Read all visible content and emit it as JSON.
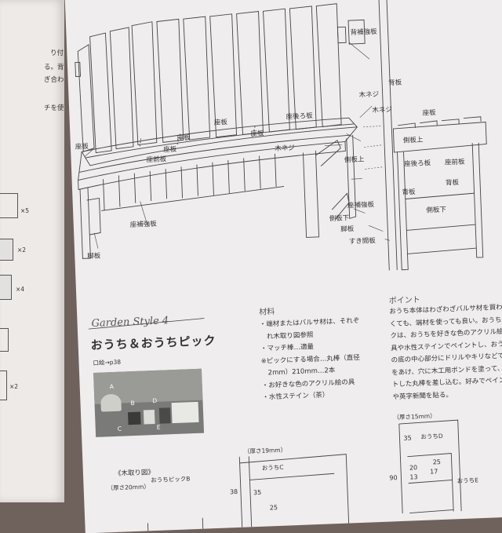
{
  "left_page": {
    "text_lines": [
      "り付",
      "る。背",
      "ぎ合わ",
      "チを使"
    ],
    "quantities": [
      "×5",
      "×2",
      "×4",
      "×2"
    ]
  },
  "bench_labels": {
    "back_reinforce": "背補強板",
    "back_board": "背板",
    "back_board_right": "背板",
    "seat_top": "座板",
    "seat_rear": "座後ろ板",
    "seat_rear_right": "座後ろ板",
    "seat_front_right": "座前板",
    "screw_top": "木ネジ",
    "screw_mid": "木ネジ",
    "screw_right": "木ネジ",
    "seat_a": "座板",
    "seat_b": "座板",
    "seat_c": "座板",
    "seat_left_top": "座板",
    "seat_front": "座前板",
    "seat_reinforce": "座補強板",
    "leg_left": "脚板",
    "side_top": "側板上",
    "side_top_right": "側板上",
    "seat_reinforce_right": "座補強板",
    "side_bottom": "側板下",
    "side_bottom_right": "側板下",
    "leg_right": "脚板",
    "gap_board": "すき間板",
    "seat_board_right": "座板"
  },
  "section": {
    "style_label": "Garden Style 4",
    "title": "おうち＆おうちピック",
    "page_ref": "口絵→p38"
  },
  "materials": {
    "title": "材料",
    "items": [
      "・端材またはバルサ材は、それぞ",
      "　れ木取り図参照",
      "・マッチ棒…適量",
      "※ピックにする場合…丸棒（直径",
      "　2mm）210mm…2本",
      "・お好きな色のアクリル絵の具",
      "・水性ステイン（茶）"
    ]
  },
  "point": {
    "title": "ポイント",
    "lines": [
      "おうち本体はわざわざバルサ材を買わな",
      "くても、端材を使っても良い。おうちピッ",
      "クは、おうちを好きな色のアクリル絵の",
      "具や水性ステインでペイントし、おうち",
      "の底の中心部分にドリルやキリなどで穴",
      "をあけ、穴に木工用ボンドを塗って、カッ",
      "トした丸棒を差し込む。好みでペイント",
      "や英字新聞を貼る。"
    ]
  },
  "photo_labels": {
    "a": "A",
    "b": "B",
    "c": "C",
    "d": "D",
    "e": "E"
  },
  "cutting": {
    "title": "《木取り図》",
    "thickness_20": "（厚さ20mm）",
    "thickness_19": "（厚さ19mm）",
    "thickness_15": "（厚さ15mm）",
    "pick_b": "おうちピックB",
    "house_c": "おうちC",
    "house_d": "おうちD",
    "house_e": "おうちE",
    "dim_38": "38",
    "dim_35a": "35",
    "dim_25a": "25",
    "dim_35b": "35",
    "dim_90": "90",
    "dim_20": "20",
    "dim_13": "13",
    "dim_25b": "25",
    "dim_17": "17"
  }
}
